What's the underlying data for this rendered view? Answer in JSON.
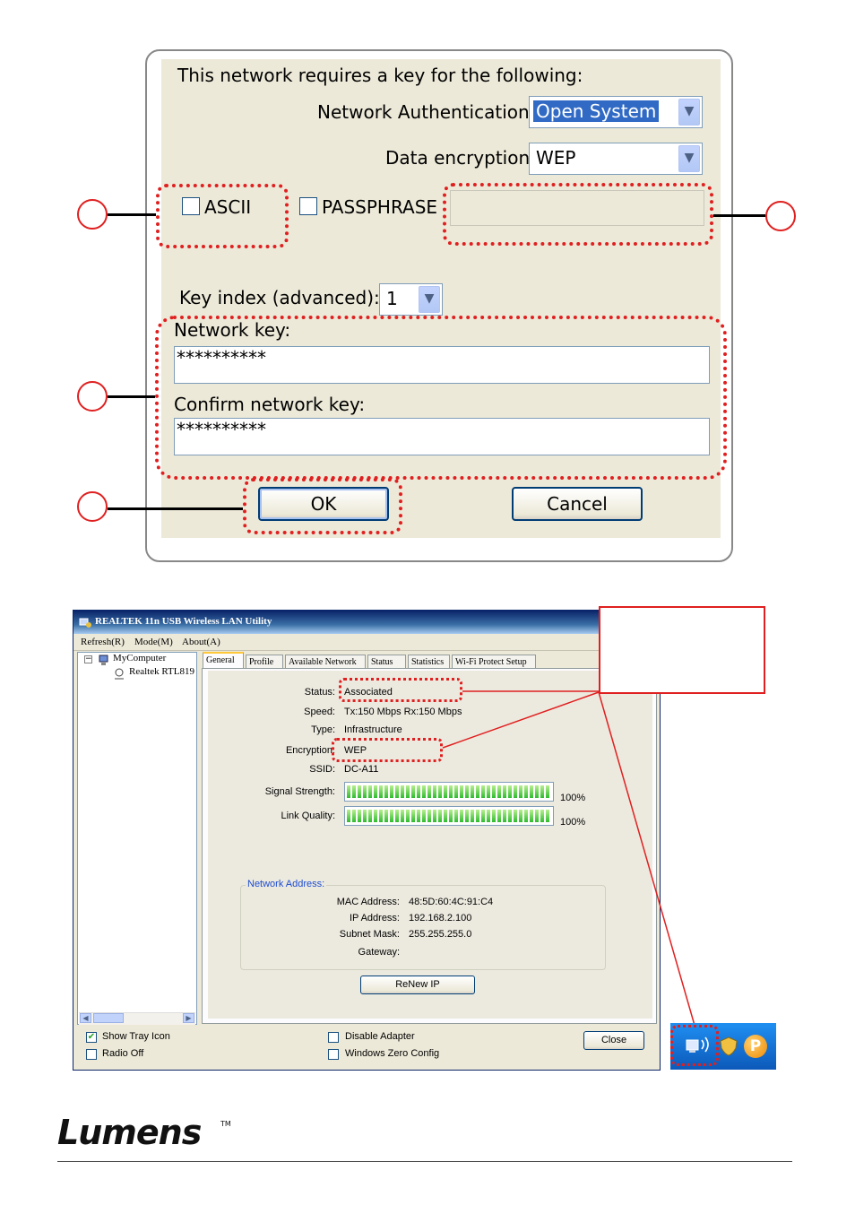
{
  "dialog": {
    "heading": "This network requires a key for the following:",
    "auth_label": "Network Authentication:",
    "auth_value": "Open System",
    "encryption_label": "Data encryption:",
    "encryption_value": "WEP",
    "ascii_label": "ASCII",
    "passphrase_label": "PASSPHRASE",
    "key_index_label": "Key index (advanced):",
    "key_index_value": "1",
    "network_key_label": "Network key:",
    "network_key_value": "**********",
    "confirm_key_label": "Confirm network key:",
    "confirm_key_value": "**********",
    "ok_label": "OK",
    "cancel_label": "Cancel"
  },
  "utility": {
    "title": "REALTEK 11n USB Wireless LAN Utility",
    "menu": [
      "Refresh(R)",
      "Mode(M)",
      "About(A)"
    ],
    "tree": {
      "root": "MyComputer",
      "child": "Realtek RTL819"
    },
    "tabs": [
      "General",
      "Profile",
      "Available Network",
      "Status",
      "Statistics",
      "Wi-Fi Protect Setup"
    ],
    "general": {
      "status_label": "Status:",
      "status_value": "Associated",
      "speed_label": "Speed:",
      "speed_value": "Tx:150 Mbps Rx:150 Mbps",
      "type_label": "Type:",
      "type_value": "Infrastructure",
      "encryption_label": "Encryption:",
      "encryption_value": "WEP",
      "ssid_label": "SSID:",
      "ssid_value": "DC-A11",
      "signal_label": "Signal Strength:",
      "signal_value": "100%",
      "signal_level": 1.0,
      "link_label": "Link Quality:",
      "link_value": "100%",
      "link_level": 1.0
    },
    "network_address": {
      "group_label": "Network Address:",
      "mac_label": "MAC Address:",
      "mac_value": "48:5D:60:4C:91:C4",
      "ip_label": "IP Address:",
      "ip_value": "192.168.2.100",
      "mask_label": "Subnet Mask:",
      "mask_value": "255.255.255.0",
      "gateway_label": "Gateway:",
      "gateway_value": ""
    },
    "renew_label": "ReNew IP",
    "show_tray_label": "Show Tray Icon",
    "show_tray_checked": true,
    "radio_off_label": "Radio Off",
    "disable_adapter_label": "Disable Adapter",
    "zero_config_label": "Windows Zero Config",
    "close_label": "Close"
  },
  "tray": {
    "icons": [
      "wireless-network-icon",
      "shield-icon",
      "p-app-icon"
    ],
    "p_letter": "P"
  },
  "logo": {
    "text": "Lumens",
    "tm": "TM"
  },
  "colors": {
    "highlight": "#e02020",
    "xp_title": "#0a246a",
    "selection": "#316ac5",
    "bar_green": "#2fba2f"
  }
}
